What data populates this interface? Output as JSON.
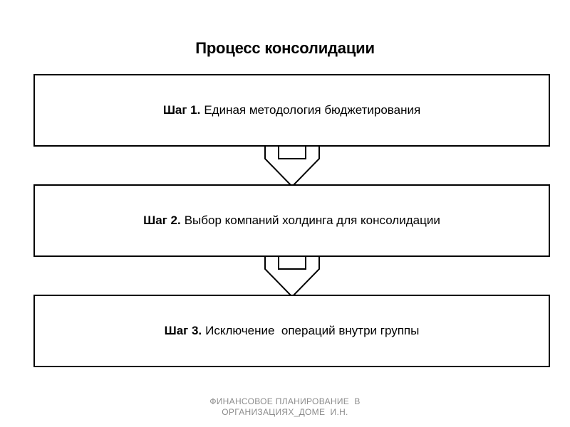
{
  "title": "Процесс консолидации",
  "steps": [
    {
      "number": "Шаг 1.",
      "text": "Единая методология бюджетирования"
    },
    {
      "number": "Шаг 2.",
      "text": "Выбор компаний холдинга для консолидации"
    },
    {
      "number": "Шаг 3.",
      "text": "Исключение  операций внутри группы"
    }
  ],
  "footer": {
    "line1": "ФИНАНСОВОЕ ПЛАНИРОВАНИЕ  В",
    "line2": "ОРГАНИЗАЦИЯХ_ДОМЕ  И.Н."
  },
  "colors": {
    "border": "#000000",
    "footer_text": "#8c8c8c",
    "background": "#ffffff"
  }
}
